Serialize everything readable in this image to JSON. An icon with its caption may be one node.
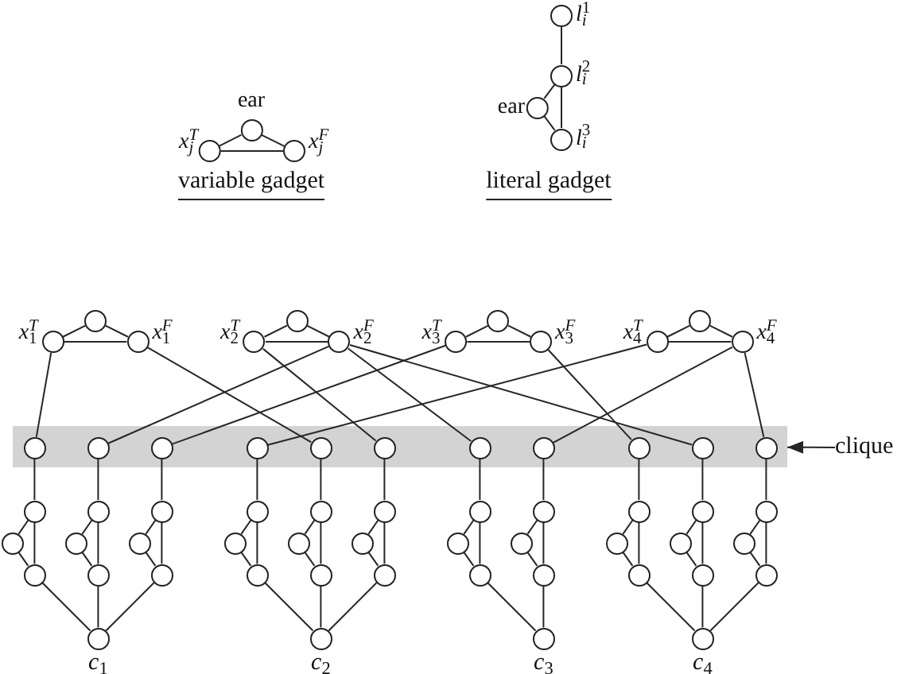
{
  "diagram": {
    "nodes": [
      {
        "text": [
          "*x*$^{T}$$_{j}$"
        ]
      },
      {
        "text": [
          "ear"
        ]
      },
      {
        "text": [
          "*x*$^{F}$$_{j}$"
        ]
      },
      {
        "text": [
          "*l*$^{1}$$_{i}$"
        ]
      },
      {
        "text": [
          "*l*$^{2}$$_{i}$"
        ]
      },
      {
        "text": [
          "ear"
        ]
      },
      {
        "text": [
          "*l*$^{3}$$_{i}$"
        ]
      },
      {
        "text": [
          "*x*$^{T}$$_{1}$"
        ]
      },
      {
        "text": [],
        "shape": "circle"
      },
      {
        "text": [
          "*x*$^{F}$$_{1}$"
        ]
      },
      {
        "text": [
          "*x*$^{T}$$_{2}$"
        ]
      },
      {
        "text": [],
        "shape": "circle"
      },
      {
        "text": [
          "*x*$^{F}$$_{2}$"
        ]
      },
      {
        "text": [
          "*x*$^{T}$$_{3}$"
        ]
      },
      {
        "text": [],
        "shape": "circle"
      },
      {
        "text": [
          "*x*$^{F}$$_{3}$"
        ]
      },
      {
        "text": [
          "*x*$^{T}$$_{4}$"
        ]
      },
      {
        "text": [],
        "shape": "circle"
      },
      {
        "text": [
          "*x*$^{F}$$_{4}$"
        ]
      },
      {
        "text": [],
        "shape": "box"
      },
      {
        "text": [],
        "shape": "circle",
        "in": 19
      },
      {
        "text": [],
        "shape": "circle",
        "in": 19
      },
      {
        "text": [],
        "shape": "circle",
        "in": 19
      },
      {
        "text": [],
        "shape": "circle",
        "in": 19
      },
      {
        "text": [],
        "shape": "circle",
        "in": 19
      },
      {
        "text": [],
        "shape": "circle",
        "in": 19
      },
      {
        "text": [],
        "shape": "circle",
        "in": 19
      },
      {
        "text": [],
        "shape": "circle",
        "in": 19
      },
      {
        "text": [],
        "shape": "circle",
        "in": 19
      },
      {
        "text": [],
        "shape": "circle",
        "in": 19
      },
      {
        "text": [],
        "shape": "circle",
        "in": 19
      },
      {
        "text": [
          "clique"
        ]
      },
      {
        "text": [],
        "shape": "circle"
      },
      {
        "text": [],
        "shape": "circle"
      },
      {
        "text": [],
        "shape": "circle"
      },
      {
        "text": [],
        "shape": "circle"
      },
      {
        "text": [],
        "shape": "circle"
      },
      {
        "text": [],
        "shape": "circle"
      },
      {
        "text": [],
        "shape": "circle"
      },
      {
        "text": [],
        "shape": "circle"
      },
      {
        "text": [],
        "shape": "circle"
      },
      {
        "text": [],
        "shape": "circle"
      },
      {
        "text": [],
        "shape": "circle"
      },
      {
        "text": [],
        "shape": "circle"
      },
      {
        "text": [],
        "shape": "circle"
      },
      {
        "text": [],
        "shape": "circle"
      },
      {
        "text": [],
        "shape": "circle"
      },
      {
        "text": [],
        "shape": "circle"
      },
      {
        "text": [],
        "shape": "circle"
      },
      {
        "text": [],
        "shape": "circle"
      },
      {
        "text": [],
        "shape": "circle"
      },
      {
        "text": [],
        "shape": "circle"
      },
      {
        "text": [],
        "shape": "circle"
      },
      {
        "text": [],
        "shape": "circle"
      },
      {
        "text": [],
        "shape": "circle"
      },
      {
        "text": [],
        "shape": "circle"
      },
      {
        "text": [],
        "shape": "circle"
      },
      {
        "text": [],
        "shape": "circle"
      },
      {
        "text": [],
        "shape": "circle"
      },
      {
        "text": [],
        "shape": "circle"
      },
      {
        "text": [],
        "shape": "circle"
      },
      {
        "text": [],
        "shape": "circle"
      },
      {
        "text": [],
        "shape": "circle"
      },
      {
        "text": [],
        "shape": "circle"
      },
      {
        "text": [],
        "shape": "circle"
      },
      {
        "text": [
          "*c*$_{1}$"
        ]
      },
      {
        "text": [
          "*c*$_{2}$"
        ]
      },
      {
        "text": [
          "*c*$_{3}$"
        ]
      },
      {
        "text": [
          "*c*$_{4}$"
        ]
      }
    ],
    "edges": [
      {
        "from": 0,
        "to": 1,
        "arrow": "none"
      },
      {
        "from": 1,
        "to": 2,
        "arrow": "none"
      },
      {
        "from": 0,
        "to": 2,
        "arrow": "none"
      },
      {
        "from": 3,
        "to": 4,
        "arrow": "none"
      },
      {
        "from": 4,
        "to": 6,
        "arrow": "none"
      },
      {
        "from": 4,
        "to": 5,
        "arrow": "none"
      },
      {
        "from": 5,
        "to": 6,
        "arrow": "none"
      },
      {
        "from": 7,
        "to": 8,
        "arrow": "none"
      },
      {
        "from": 8,
        "to": 9,
        "arrow": "none"
      },
      {
        "from": 7,
        "to": 9,
        "arrow": "none"
      },
      {
        "from": 10,
        "to": 11,
        "arrow": "none"
      },
      {
        "from": 11,
        "to": 12,
        "arrow": "none"
      },
      {
        "from": 10,
        "to": 12,
        "arrow": "none"
      },
      {
        "from": 13,
        "to": 14,
        "arrow": "none"
      },
      {
        "from": 14,
        "to": 15,
        "arrow": "none"
      },
      {
        "from": 13,
        "to": 15,
        "arrow": "none"
      },
      {
        "from": 16,
        "to": 17,
        "arrow": "none"
      },
      {
        "from": 17,
        "to": 18,
        "arrow": "none"
      },
      {
        "from": 16,
        "to": 18,
        "arrow": "none"
      },
      {
        "from": 7,
        "to": 20,
        "arrow": "none"
      },
      {
        "from": 9,
        "to": 24,
        "arrow": "none"
      },
      {
        "from": 10,
        "to": 25,
        "arrow": "none"
      },
      {
        "from": 12,
        "to": 21,
        "arrow": "none"
      },
      {
        "from": 12,
        "to": 26,
        "arrow": "none"
      },
      {
        "from": 12,
        "to": 29,
        "arrow": "none"
      },
      {
        "from": 13,
        "to": 22,
        "arrow": "none"
      },
      {
        "from": 15,
        "to": 28,
        "arrow": "none"
      },
      {
        "from": 16,
        "to": 23,
        "arrow": "none"
      },
      {
        "from": 18,
        "to": 27,
        "arrow": "none"
      },
      {
        "from": 18,
        "to": 30,
        "arrow": "none"
      },
      {
        "from": 31,
        "to": 19,
        "arrow": "to"
      },
      {
        "from": 20,
        "to": 32,
        "arrow": "none"
      },
      {
        "from": 32,
        "to": 34,
        "arrow": "none"
      },
      {
        "from": 32,
        "to": 33,
        "arrow": "none"
      },
      {
        "from": 33,
        "to": 34,
        "arrow": "none"
      },
      {
        "from": 34,
        "to": 65,
        "arrow": "none"
      },
      {
        "from": 21,
        "to": 35,
        "arrow": "none"
      },
      {
        "from": 35,
        "to": 37,
        "arrow": "none"
      },
      {
        "from": 35,
        "to": 36,
        "arrow": "none"
      },
      {
        "from": 36,
        "to": 37,
        "arrow": "none"
      },
      {
        "from": 37,
        "to": 65,
        "arrow": "none"
      },
      {
        "from": 22,
        "to": 38,
        "arrow": "none"
      },
      {
        "from": 38,
        "to": 40,
        "arrow": "none"
      },
      {
        "from": 38,
        "to": 39,
        "arrow": "none"
      },
      {
        "from": 39,
        "to": 40,
        "arrow": "none"
      },
      {
        "from": 40,
        "to": 65,
        "arrow": "none"
      },
      {
        "from": 23,
        "to": 41,
        "arrow": "none"
      },
      {
        "from": 41,
        "to": 43,
        "arrow": "none"
      },
      {
        "from": 41,
        "to": 42,
        "arrow": "none"
      },
      {
        "from": 42,
        "to": 43,
        "arrow": "none"
      },
      {
        "from": 43,
        "to": 66,
        "arrow": "none"
      },
      {
        "from": 24,
        "to": 44,
        "arrow": "none"
      },
      {
        "from": 44,
        "to": 46,
        "arrow": "none"
      },
      {
        "from": 44,
        "to": 45,
        "arrow": "none"
      },
      {
        "from": 45,
        "to": 46,
        "arrow": "none"
      },
      {
        "from": 46,
        "to": 66,
        "arrow": "none"
      },
      {
        "from": 25,
        "to": 47,
        "arrow": "none"
      },
      {
        "from": 47,
        "to": 49,
        "arrow": "none"
      },
      {
        "from": 47,
        "to": 48,
        "arrow": "none"
      },
      {
        "from": 48,
        "to": 49,
        "arrow": "none"
      },
      {
        "from": 49,
        "to": 66,
        "arrow": "none"
      },
      {
        "from": 26,
        "to": 50,
        "arrow": "none"
      },
      {
        "from": 50,
        "to": 52,
        "arrow": "none"
      },
      {
        "from": 50,
        "to": 51,
        "arrow": "none"
      },
      {
        "from": 51,
        "to": 52,
        "arrow": "none"
      },
      {
        "from": 52,
        "to": 67,
        "arrow": "none"
      },
      {
        "from": 27,
        "to": 53,
        "arrow": "none"
      },
      {
        "from": 53,
        "to": 55,
        "arrow": "none"
      },
      {
        "from": 53,
        "to": 54,
        "arrow": "none"
      },
      {
        "from": 54,
        "to": 55,
        "arrow": "none"
      },
      {
        "from": 55,
        "to": 67,
        "arrow": "none"
      },
      {
        "from": 28,
        "to": 56,
        "arrow": "none"
      },
      {
        "from": 56,
        "to": 58,
        "arrow": "none"
      },
      {
        "from": 56,
        "to": 57,
        "arrow": "none"
      },
      {
        "from": 57,
        "to": 58,
        "arrow": "none"
      },
      {
        "from": 58,
        "to": 68,
        "arrow": "none"
      },
      {
        "from": 29,
        "to": 59,
        "arrow": "none"
      },
      {
        "from": 59,
        "to": 61,
        "arrow": "none"
      },
      {
        "from": 59,
        "to": 60,
        "arrow": "none"
      },
      {
        "from": 60,
        "to": 61,
        "arrow": "none"
      },
      {
        "from": 61,
        "to": 68,
        "arrow": "none"
      },
      {
        "from": 30,
        "to": 62,
        "arrow": "none"
      },
      {
        "from": 62,
        "to": 64,
        "arrow": "none"
      },
      {
        "from": 62,
        "to": 63,
        "arrow": "none"
      },
      {
        "from": 63,
        "to": 64,
        "arrow": "none"
      },
      {
        "from": 64,
        "to": 68,
        "arrow": "none"
      }
    ],
    "labels": [
      "variable gadget",
      "literal gadget"
    ]
  }
}
